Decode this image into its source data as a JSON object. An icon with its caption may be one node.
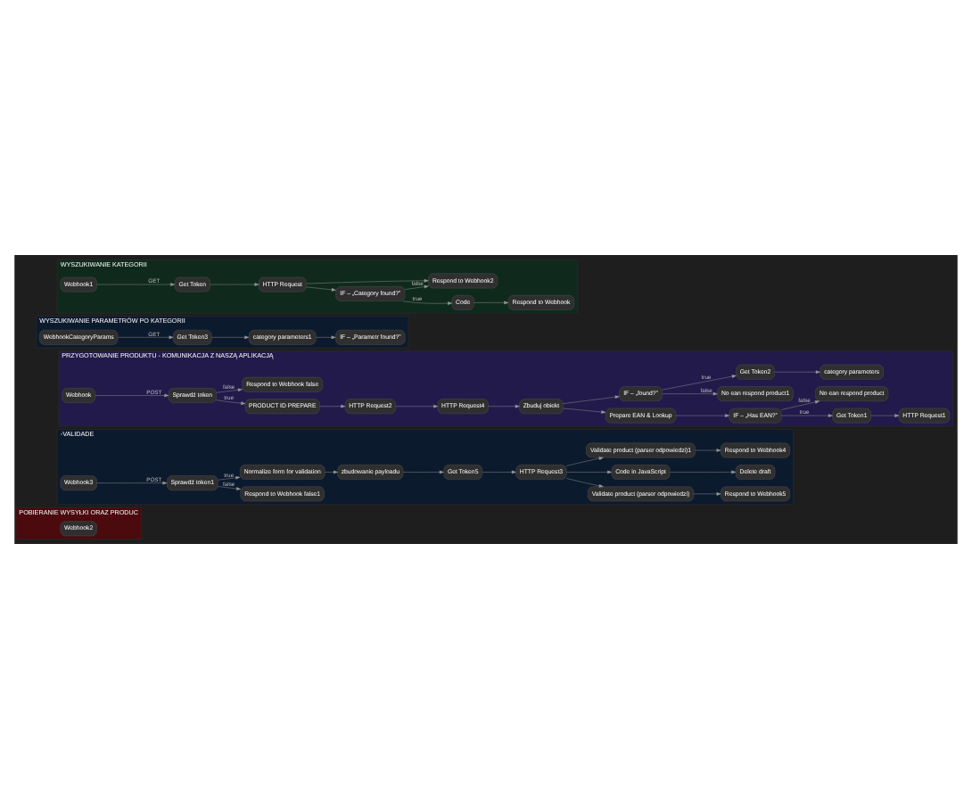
{
  "diagram": {
    "nodes": [
      {
        "text": [
          "WYSZUKIWANIE KATEGORII"
        ]
      },
      {
        "text": [
          "Webhook1"
        ],
        "in": 0
      },
      {
        "text": [
          "Get Token"
        ],
        "in": 0
      },
      {
        "text": [
          "HTTP Request"
        ],
        "in": 0
      },
      {
        "text": [
          "IF – „Category found?”"
        ],
        "in": 0
      },
      {
        "text": [
          "Code"
        ],
        "in": 0
      },
      {
        "text": [
          "Respond to Webhook"
        ],
        "in": 0
      },
      {
        "text": [
          "Respond to Webhook2"
        ],
        "in": 0
      },
      {
        "text": [
          "WYSZUKIWANIE PARAMETRÓW PO KATEGORII"
        ]
      },
      {
        "text": [
          "WebhookCategoryParams"
        ],
        "in": 8
      },
      {
        "text": [
          "Get Token3"
        ],
        "in": 8
      },
      {
        "text": [
          "category parameters1"
        ],
        "in": 8
      },
      {
        "text": [
          "IF – „Parametr found?”"
        ],
        "in": 8
      },
      {
        "text": [
          "PRZYGOTOWANIE PRODUKTU - KOMUNIKACJA Z NASZĄ APLIKACJĄ"
        ]
      },
      {
        "text": [
          "Webhook"
        ],
        "in": 13
      },
      {
        "text": [
          "Sprawdź token"
        ],
        "in": 13
      },
      {
        "text": [
          "PRODUCT ID PREPARE"
        ],
        "in": 13
      },
      {
        "text": [
          "HTTP Request2"
        ],
        "in": 13
      },
      {
        "text": [
          "HTTP Request4"
        ],
        "in": 13
      },
      {
        "text": [
          "Zbuduj obiekt"
        ],
        "in": 13
      },
      {
        "text": [
          "Respond to Webhook false"
        ],
        "in": 13
      },
      {
        "text": [
          "Prepare EAN & Lookup"
        ],
        "in": 13
      },
      {
        "text": [
          "IF – „Has EAN?”"
        ],
        "in": 13
      },
      {
        "text": [
          "Get Token1"
        ],
        "in": 13
      },
      {
        "text": [
          "HTTP Request1"
        ],
        "in": 13
      },
      {
        "text": [
          "No ean respond product"
        ],
        "in": 13
      },
      {
        "text": [
          "IF – „found?”"
        ],
        "in": 13
      },
      {
        "text": [
          "No ean respond product1"
        ],
        "in": 13
      },
      {
        "text": [
          "Get Token2"
        ],
        "in": 13
      },
      {
        "text": [
          "category parameters"
        ],
        "in": 13
      },
      {
        "text": [
          "-VALIDADE"
        ]
      },
      {
        "text": [
          "Webhook3"
        ],
        "in": 30
      },
      {
        "text": [
          "Sprawdź token1"
        ],
        "in": 30
      },
      {
        "text": [
          "Respond to Webhook false1"
        ],
        "in": 30
      },
      {
        "text": [
          "Normalize form for validation"
        ],
        "in": 30
      },
      {
        "text": [
          "zbudowanie payloadu"
        ],
        "in": 30
      },
      {
        "text": [
          "Get Token5"
        ],
        "in": 30
      },
      {
        "text": [
          "HTTP Request3"
        ],
        "in": 30
      },
      {
        "text": [
          "Validate product (parser odpowiedzi)"
        ],
        "in": 30
      },
      {
        "text": [
          "Respond to Webhook5"
        ],
        "in": 30
      },
      {
        "text": [
          "Code in JavaScript"
        ],
        "in": 30
      },
      {
        "text": [
          "Delete draft"
        ],
        "in": 30
      },
      {
        "text": [
          "Validate product (parser odpowiedzi)1"
        ],
        "in": 30
      },
      {
        "text": [
          "Respond to Webhook4"
        ],
        "in": 30
      },
      {
        "text": [
          "POBIERANIE WYSYŁKI ORAZ PRODUC"
        ]
      },
      {
        "text": [
          "Webhook2"
        ],
        "in": 44
      }
    ],
    "edges": [
      {
        "from": 1,
        "to": 2,
        "arrow": "to",
        "label": "GET"
      },
      {
        "from": 2,
        "to": 3,
        "arrow": "to"
      },
      {
        "from": 3,
        "to": 4,
        "arrow": "to"
      },
      {
        "from": 3,
        "to": 7,
        "arrow": "to"
      },
      {
        "from": 4,
        "to": 5,
        "arrow": "to",
        "label": "true"
      },
      {
        "from": 4,
        "to": 7,
        "arrow": "to",
        "label": "false"
      },
      {
        "from": 5,
        "to": 6,
        "arrow": "to"
      },
      {
        "from": 9,
        "to": 10,
        "arrow": "to",
        "label": "GET"
      },
      {
        "from": 10,
        "to": 11,
        "arrow": "to"
      },
      {
        "from": 11,
        "to": 12,
        "arrow": "to"
      },
      {
        "from": 14,
        "to": 15,
        "arrow": "to",
        "label": "POST"
      },
      {
        "from": 15,
        "to": 16,
        "arrow": "to",
        "label": "true"
      },
      {
        "from": 15,
        "to": 20,
        "arrow": "to",
        "label": "false"
      },
      {
        "from": 16,
        "to": 17,
        "arrow": "to"
      },
      {
        "from": 17,
        "to": 18,
        "arrow": "to"
      },
      {
        "from": 18,
        "to": 19,
        "arrow": "to"
      },
      {
        "from": 19,
        "to": 21,
        "arrow": "to"
      },
      {
        "from": 19,
        "to": 26,
        "arrow": "to"
      },
      {
        "from": 21,
        "to": 22,
        "arrow": "to"
      },
      {
        "from": 22,
        "to": 23,
        "arrow": "to",
        "label": "true"
      },
      {
        "from": 22,
        "to": 25,
        "arrow": "to",
        "label": "false"
      },
      {
        "from": 23,
        "to": 24,
        "arrow": "to"
      },
      {
        "from": 26,
        "to": 28,
        "arrow": "to",
        "label": "true"
      },
      {
        "from": 26,
        "to": 27,
        "arrow": "to",
        "label": "false"
      },
      {
        "from": 28,
        "to": 29,
        "arrow": "to"
      },
      {
        "from": 31,
        "to": 32,
        "arrow": "to",
        "label": "POST"
      },
      {
        "from": 32,
        "to": 34,
        "arrow": "to",
        "label": "true"
      },
      {
        "from": 32,
        "to": 33,
        "arrow": "to",
        "label": "false"
      },
      {
        "from": 34,
        "to": 35,
        "arrow": "to"
      },
      {
        "from": 35,
        "to": 36,
        "arrow": "to"
      },
      {
        "from": 36,
        "to": 37,
        "arrow": "to"
      },
      {
        "from": 37,
        "to": 38,
        "arrow": "to"
      },
      {
        "from": 37,
        "to": 40,
        "arrow": "to"
      },
      {
        "from": 37,
        "to": 42,
        "arrow": "to"
      },
      {
        "from": 38,
        "to": 39,
        "arrow": "to"
      },
      {
        "from": 40,
        "to": 41,
        "arrow": "to"
      },
      {
        "from": 42,
        "to": 43,
        "arrow": "to"
      }
    ]
  }
}
